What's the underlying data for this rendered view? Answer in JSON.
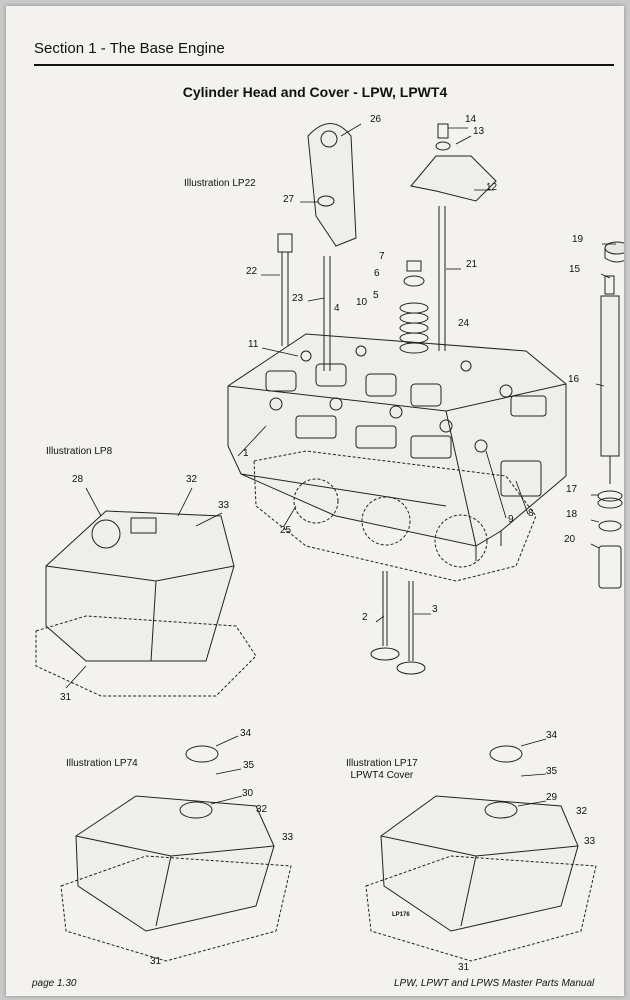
{
  "header": {
    "section": "Section 1 - The Base Engine",
    "title": "Cylinder Head and Cover - LPW, LPWT4"
  },
  "illustrations": {
    "lp22": "Illustration LP22",
    "lp8": "Illustration LP8",
    "lp74": "Illustration LP74",
    "lp17_line1": "Illustration LP17",
    "lp17_line2": "LPWT4 Cover",
    "lp176": "LP176"
  },
  "callouts": {
    "n1": "1",
    "n2": "2",
    "n3": "3",
    "n4": "4",
    "n5": "5",
    "n6": "6",
    "n7": "7",
    "n8": "8",
    "n9": "9",
    "n10": "10",
    "n11": "11",
    "n12": "12",
    "n13": "13",
    "n14": "14",
    "n15": "15",
    "n16": "16",
    "n17": "17",
    "n18": "18",
    "n19": "19",
    "n20": "20",
    "n21": "21",
    "n22": "22",
    "n23": "23",
    "n24": "24",
    "n25": "25",
    "n26": "26",
    "n27": "27",
    "lp8_28": "28",
    "lp8_31": "31",
    "lp8_32": "32",
    "lp8_33": "33",
    "lp74_30": "30",
    "lp74_31": "31",
    "lp74_32": "32",
    "lp74_33": "33",
    "lp74_34": "34",
    "lp74_35": "35",
    "lp17_29": "29",
    "lp17_31": "31",
    "lp17_32": "32",
    "lp17_33": "33",
    "lp17_34": "34",
    "lp17_35": "35"
  },
  "footer": {
    "page": "page 1.30",
    "manual": "LPW, LPWT and LPWS Master Parts Manual"
  }
}
